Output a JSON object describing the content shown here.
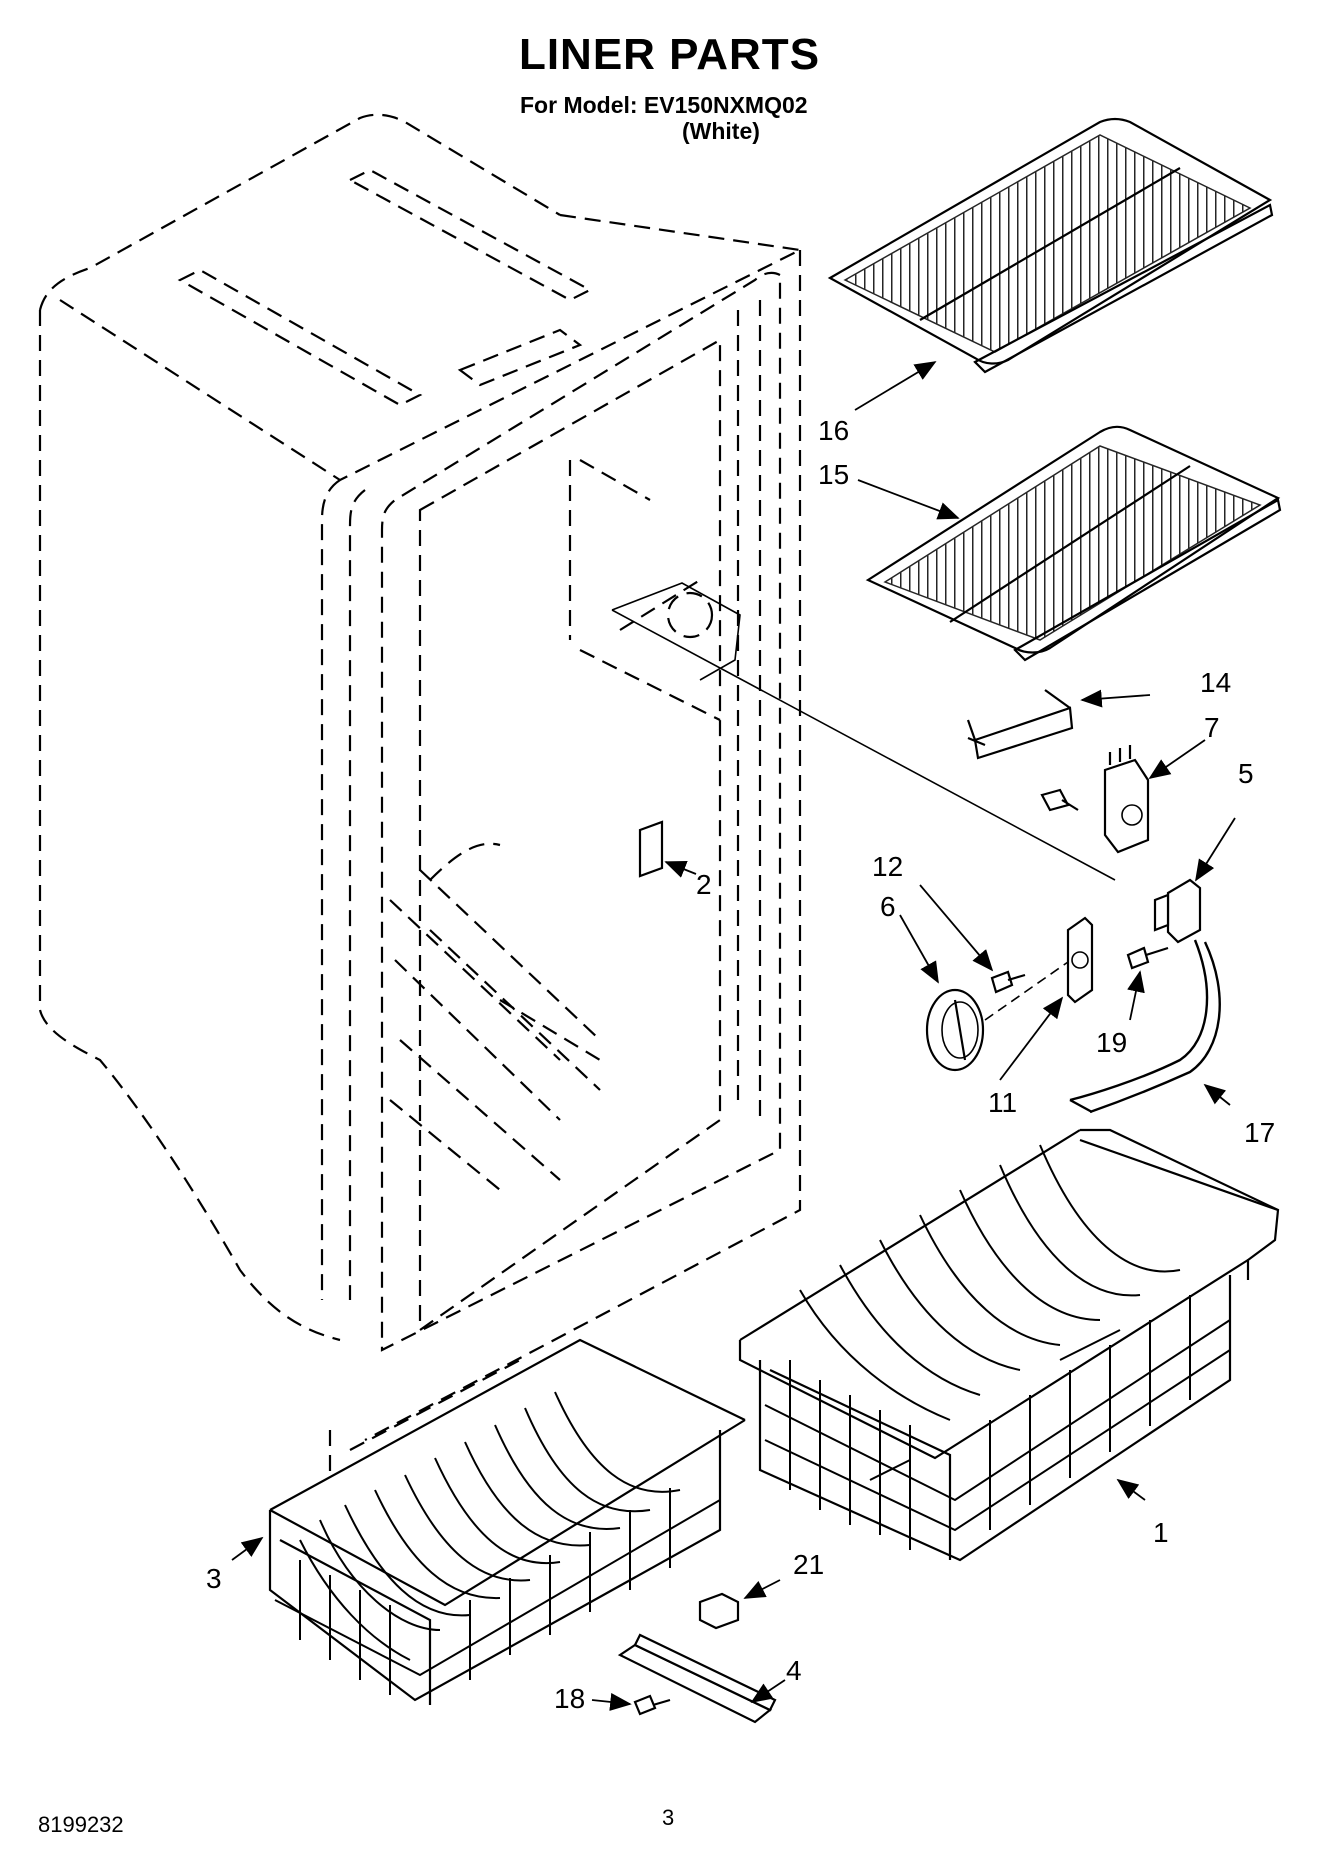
{
  "title": "LINER PARTS",
  "model_label": "For Model: EV150NXMQ02",
  "color_label": "(White)",
  "doc_number": "8199232",
  "page_number": "3",
  "callouts": {
    "c16": "16",
    "c15": "15",
    "c14": "14",
    "c7": "7",
    "c5": "5",
    "c12": "12",
    "c6": "6",
    "c2": "2",
    "c19": "19",
    "c11": "11",
    "c17": "17",
    "c1": "1",
    "c3": "3",
    "c21": "21",
    "c4": "4",
    "c18": "18"
  }
}
